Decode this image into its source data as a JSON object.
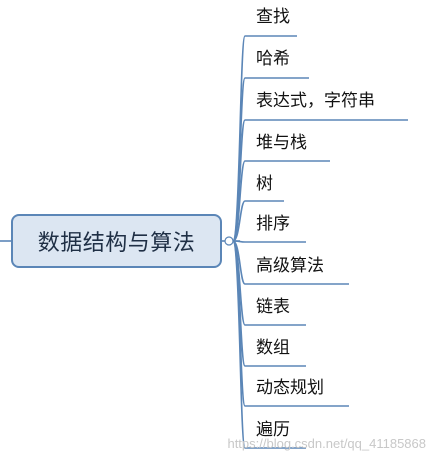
{
  "root": {
    "label": "数据结构与算法"
  },
  "branches": [
    {
      "label": "查找"
    },
    {
      "label": "哈希"
    },
    {
      "label": "表达式，字符串"
    },
    {
      "label": "堆与栈"
    },
    {
      "label": "树"
    },
    {
      "label": "排序"
    },
    {
      "label": "高级算法"
    },
    {
      "label": "链表"
    },
    {
      "label": "数组"
    },
    {
      "label": "动态规划"
    },
    {
      "label": "遍历"
    }
  ],
  "watermark": "https://blog.csdn.net/qq_41185868",
  "colors": {
    "line": "#5b86b7",
    "root_fill": "#dce6f2",
    "root_border": "#5b86b7"
  }
}
